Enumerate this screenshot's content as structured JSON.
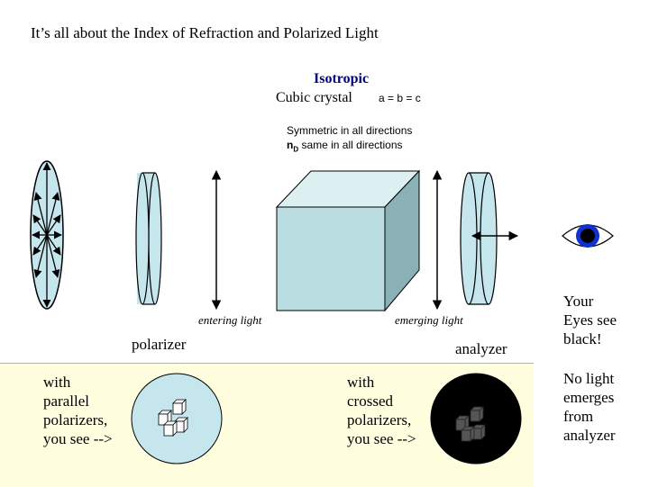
{
  "title": "It’s all about the Index of Refraction and Polarized Light",
  "crystal": {
    "heading": "Isotropic",
    "type": "Cubic crystal",
    "axes": "a = b = c",
    "symmetry": "Symmetric in all directions",
    "nd_main": "n",
    "nd_sub": "D",
    "nd_rest": " same in all directions"
  },
  "labels": {
    "entering": "entering light",
    "emerging": "emerging light",
    "polarizer": "polarizer",
    "analyzer": "analyzer",
    "eyes_line1": "Your",
    "eyes_line2": "Eyes see",
    "eyes_line3": "black!",
    "no_light_1": "No light",
    "no_light_2": "emerges",
    "no_light_3": "from",
    "no_light_4": "analyzer"
  },
  "parallel": [
    "with",
    "parallel",
    "polarizers,",
    "you see -->"
  ],
  "crossed": [
    "with",
    "crossed",
    "polarizers,",
    "you see -->"
  ],
  "colors": {
    "light_blue": "#c6e6ee",
    "cube_face": "#b9dde1",
    "cube_top": "#dcf0f2",
    "cube_side": "#8ab1b6",
    "panel": "#ffffe0"
  }
}
